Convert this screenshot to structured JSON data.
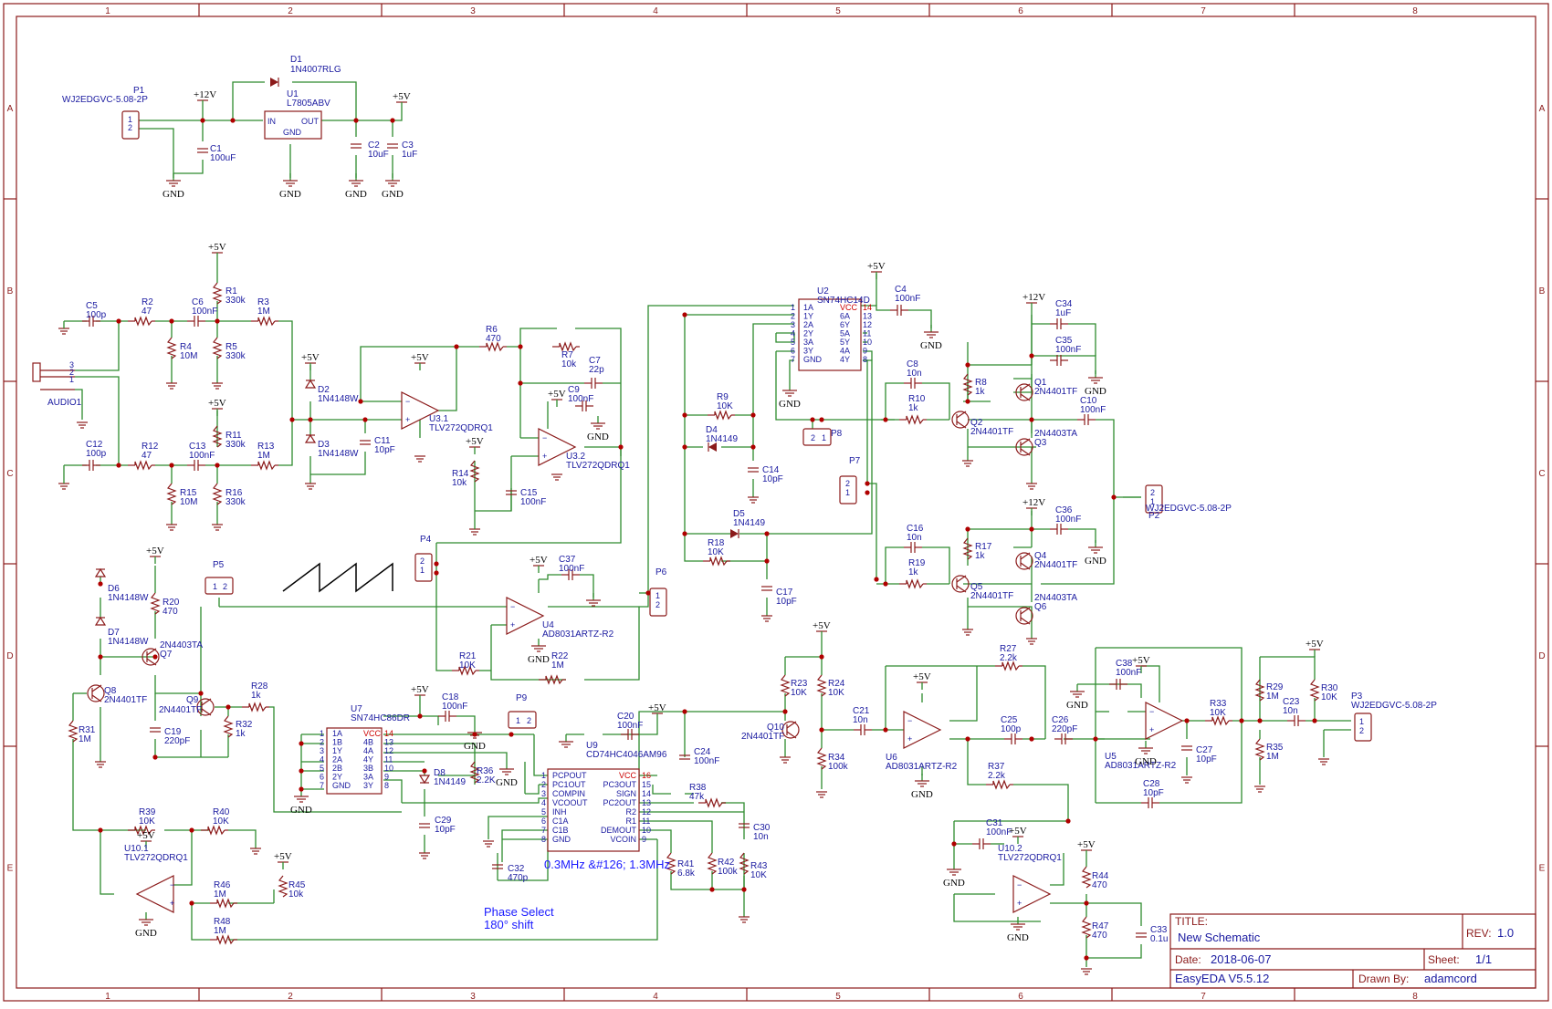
{
  "title_block": {
    "title_label": "TITLE:",
    "title": "New Schematic",
    "rev_label": "REV:",
    "rev": "1.0",
    "date_label": "Date:",
    "date": "2018-06-07",
    "sheet_label": "Sheet:",
    "sheet": "1/1",
    "tool": "EasyEDA V5.5.12",
    "drawn_label": "Drawn By:",
    "drawn_by": "adamcord"
  },
  "grid": {
    "columns": [
      "1",
      "2",
      "3",
      "4",
      "5",
      "6",
      "7",
      "8"
    ],
    "rows": [
      "A",
      "B",
      "C",
      "D",
      "E"
    ]
  },
  "nets": {
    "gnd": "GND",
    "v5": "+5V",
    "v12": "+12V"
  },
  "notes": {
    "vco_range": "0.3MHz &#126; 1.3MHz",
    "phase1": "Phase Select",
    "phase2": "180° shift"
  },
  "parts": {
    "P1": {
      "ref": "P1",
      "val": "WJ2EDGVC-5.08-2P"
    },
    "D1": {
      "ref": "D1",
      "val": "1N4007RLG"
    },
    "U1": {
      "ref": "U1",
      "val": "L7805ABV",
      "in": "IN",
      "out": "OUT",
      "gnd": "GND"
    },
    "C1": {
      "ref": "C1",
      "val": "100uF"
    },
    "C2": {
      "ref": "C2",
      "val": "10uF"
    },
    "C3": {
      "ref": "C3",
      "val": "1uF"
    },
    "C5": {
      "ref": "C5",
      "val": "100p"
    },
    "R2": {
      "ref": "R2",
      "val": "47"
    },
    "C6": {
      "ref": "C6",
      "val": "100nF"
    },
    "R1": {
      "ref": "R1",
      "val": "330k"
    },
    "R3": {
      "ref": "R3",
      "val": "1M"
    },
    "R4": {
      "ref": "R4",
      "val": "10M"
    },
    "R5": {
      "ref": "R5",
      "val": "330k"
    },
    "AUDIO1": {
      "ref": "AUDIO1"
    },
    "C12": {
      "ref": "C12",
      "val": "100p"
    },
    "R12": {
      "ref": "R12",
      "val": "47"
    },
    "C13": {
      "ref": "C13",
      "val": "100nF"
    },
    "R11": {
      "ref": "R11",
      "val": "330k"
    },
    "R13": {
      "ref": "R13",
      "val": "1M"
    },
    "R15": {
      "ref": "R15",
      "val": "10M"
    },
    "R16": {
      "ref": "R16",
      "val": "330k"
    },
    "D2": {
      "ref": "D2",
      "val": "1N4148W"
    },
    "D3": {
      "ref": "D3",
      "val": "1N4148W"
    },
    "R6": {
      "ref": "R6",
      "val": "470"
    },
    "R7": {
      "ref": "R7",
      "val": "10k"
    },
    "C7": {
      "ref": "C7",
      "val": "22p"
    },
    "C9": {
      "ref": "C9",
      "val": "100nF"
    },
    "U3_1": {
      "ref": "U3.1",
      "val": "TLV272QDRQ1"
    },
    "U3_2": {
      "ref": "U3.2",
      "val": "TLV272QDRQ1"
    },
    "C11": {
      "ref": "C11",
      "val": "10pF"
    },
    "R14": {
      "ref": "R14",
      "val": "10k"
    },
    "C15": {
      "ref": "C15",
      "val": "100nF"
    },
    "U2": {
      "ref": "U2",
      "val": "SN74HC14D"
    },
    "C4": {
      "ref": "C4",
      "val": "100nF"
    },
    "R9": {
      "ref": "R9",
      "val": "10K"
    },
    "D4": {
      "ref": "D4",
      "val": "1N4149"
    },
    "C14": {
      "ref": "C14",
      "val": "10pF"
    },
    "D5": {
      "ref": "D5",
      "val": "1N4149"
    },
    "R18": {
      "ref": "R18",
      "val": "10K"
    },
    "C17": {
      "ref": "C17",
      "val": "10pF"
    },
    "P8": {
      "ref": "P8"
    },
    "P7": {
      "ref": "P7"
    },
    "C8": {
      "ref": "C8",
      "val": "10n"
    },
    "R10": {
      "ref": "R10",
      "val": "1k"
    },
    "R8": {
      "ref": "R8",
      "val": "1k"
    },
    "Q2": {
      "ref": "Q2",
      "val": "2N4401TF"
    },
    "Q1": {
      "ref": "Q1",
      "val": "2N4401TF"
    },
    "Q3": {
      "ref": "Q3",
      "val": "2N4403TA"
    },
    "C34": {
      "ref": "C34",
      "val": "1uF"
    },
    "C35": {
      "ref": "C35",
      "val": "100nF"
    },
    "C10": {
      "ref": "C10",
      "val": "100nF"
    },
    "P2": {
      "ref": "P2",
      "val": "WJ2EDGVC-5.08-2P"
    },
    "C16": {
      "ref": "C16",
      "val": "10n"
    },
    "R19": {
      "ref": "R19",
      "val": "1k"
    },
    "R17": {
      "ref": "R17",
      "val": "1k"
    },
    "Q5": {
      "ref": "Q5",
      "val": "2N4401TF"
    },
    "Q4": {
      "ref": "Q4",
      "val": "2N4401TF"
    },
    "Q6": {
      "ref": "Q6",
      "val": "2N4403TA"
    },
    "C36": {
      "ref": "C36",
      "val": "100nF"
    },
    "P4": {
      "ref": "P4"
    },
    "P5": {
      "ref": "P5"
    },
    "P6": {
      "ref": "P6"
    },
    "U4": {
      "ref": "U4",
      "val": "AD8031ARTZ-R2"
    },
    "C37": {
      "ref": "C37",
      "val": "100nF"
    },
    "R21": {
      "ref": "R21",
      "val": "10K"
    },
    "R22": {
      "ref": "R22",
      "val": "1M"
    },
    "D6": {
      "ref": "D6",
      "val": "1N4148W"
    },
    "D7": {
      "ref": "D7",
      "val": "1N4148W"
    },
    "R20": {
      "ref": "R20",
      "val": "470"
    },
    "Q7": {
      "ref": "Q7",
      "val": "2N4403TA"
    },
    "Q8": {
      "ref": "Q8",
      "val": "2N4401TF"
    },
    "Q9": {
      "ref": "Q9",
      "val": "2N4401TF"
    },
    "C19": {
      "ref": "C19",
      "val": "220pF"
    },
    "R28": {
      "ref": "R28",
      "val": "1k"
    },
    "R32": {
      "ref": "R32",
      "val": "1k"
    },
    "R31": {
      "ref": "R31",
      "val": "1M"
    },
    "U7": {
      "ref": "U7",
      "val": "SN74HC86DR"
    },
    "C18": {
      "ref": "C18",
      "val": "100nF"
    },
    "P9": {
      "ref": "P9"
    },
    "D8": {
      "ref": "D8",
      "val": "1N4149"
    },
    "R36": {
      "ref": "R36",
      "val": "2.2K"
    },
    "C29": {
      "ref": "C29",
      "val": "10pF"
    },
    "U9": {
      "ref": "U9",
      "val": "CD74HC4046AM96"
    },
    "C20": {
      "ref": "C20",
      "val": "100nF"
    },
    "C24": {
      "ref": "C24",
      "val": "100nF"
    },
    "R38": {
      "ref": "R38",
      "val": "47k"
    },
    "C30": {
      "ref": "C30",
      "val": "10n"
    },
    "R41": {
      "ref": "R41",
      "val": "6.8k"
    },
    "R42": {
      "ref": "R42",
      "val": "100k"
    },
    "R43": {
      "ref": "R43",
      "val": "10K"
    },
    "C32": {
      "ref": "C32",
      "val": "470p"
    },
    "R39": {
      "ref": "R39",
      "val": "10K"
    },
    "R40": {
      "ref": "R40",
      "val": "10K"
    },
    "U10_1": {
      "ref": "U10.1",
      "val": "TLV272QDRQ1"
    },
    "R46": {
      "ref": "R46",
      "val": "1M"
    },
    "R45": {
      "ref": "R45",
      "val": "10k"
    },
    "R48": {
      "ref": "R48",
      "val": "1M"
    },
    "R23": {
      "ref": "R23",
      "val": "10K"
    },
    "R24": {
      "ref": "R24",
      "val": "10K"
    },
    "Q10": {
      "ref": "Q10",
      "val": "2N4401TF"
    },
    "R34": {
      "ref": "R34",
      "val": "100k"
    },
    "C21": {
      "ref": "C21",
      "val": "10n"
    },
    "U6": {
      "ref": "U6",
      "val": "AD8031ARTZ-R2"
    },
    "R27": {
      "ref": "R27",
      "val": "2.2k"
    },
    "C25": {
      "ref": "C25",
      "val": "100p"
    },
    "C26": {
      "ref": "C26",
      "val": "220pF"
    },
    "R37": {
      "ref": "R37",
      "val": "2.2k"
    },
    "C31": {
      "ref": "C31",
      "val": "100nF"
    },
    "U10_2": {
      "ref": "U10.2",
      "val": "TLV272QDRQ1"
    },
    "R44": {
      "ref": "R44",
      "val": "470"
    },
    "R47": {
      "ref": "R47",
      "val": "470"
    },
    "C33": {
      "ref": "C33",
      "val": "0.1u"
    },
    "C38": {
      "ref": "C38",
      "val": "100nF"
    },
    "U5": {
      "ref": "U5",
      "val": "AD8031ARTZ-R2"
    },
    "C27": {
      "ref": "C27",
      "val": "10pF"
    },
    "C28": {
      "ref": "C28",
      "val": "10pF"
    },
    "R33": {
      "ref": "R33",
      "val": "10K"
    },
    "R29": {
      "ref": "R29",
      "val": "1M"
    },
    "R35": {
      "ref": "R35",
      "val": "1M"
    },
    "C23": {
      "ref": "C23",
      "val": "10n"
    },
    "R30": {
      "ref": "R30",
      "val": "10K"
    },
    "P3": {
      "ref": "P3",
      "val": "WJ2EDGVC-5.08-2P"
    }
  },
  "pins": {
    "U2_left": [
      "1A",
      "1Y",
      "2A",
      "2Y",
      "3A",
      "3Y",
      "GND"
    ],
    "U2_right": [
      "VCC",
      "6A",
      "6Y",
      "5A",
      "5Y",
      "4A",
      "4Y"
    ],
    "U2_lnum": [
      "1",
      "2",
      "3",
      "4",
      "5",
      "6",
      "7"
    ],
    "U2_rnum": [
      "14",
      "13",
      "12",
      "11",
      "10",
      "9",
      "8"
    ],
    "U7_left": [
      "1A",
      "1B",
      "1Y",
      "2A",
      "2B",
      "2Y",
      "GND"
    ],
    "U7_right": [
      "VCC",
      "4B",
      "4A",
      "4Y",
      "3B",
      "3A",
      "3Y"
    ],
    "U7_lnum": [
      "1",
      "2",
      "3",
      "4",
      "5",
      "6",
      "7"
    ],
    "U7_rnum": [
      "14",
      "13",
      "12",
      "11",
      "10",
      "9",
      "8"
    ],
    "U9_left": [
      "PCPOUT",
      "PC1OUT",
      "COMPIN",
      "VCOOUT",
      "INH",
      "C1A",
      "C1B",
      "GND"
    ],
    "U9_right": [
      "VCC",
      "PC3OUT",
      "SIGN",
      "PC2OUT",
      "R2",
      "R1",
      "DEMOUT",
      "VCOIN"
    ],
    "U9_lnum": [
      "1",
      "2",
      "3",
      "4",
      "5",
      "6",
      "7",
      "8"
    ],
    "U9_rnum": [
      "16",
      "15",
      "14",
      "13",
      "12",
      "11",
      "10",
      "9"
    ],
    "conn2": [
      "1",
      "2"
    ],
    "conn3": [
      "3",
      "2",
      "1"
    ]
  }
}
